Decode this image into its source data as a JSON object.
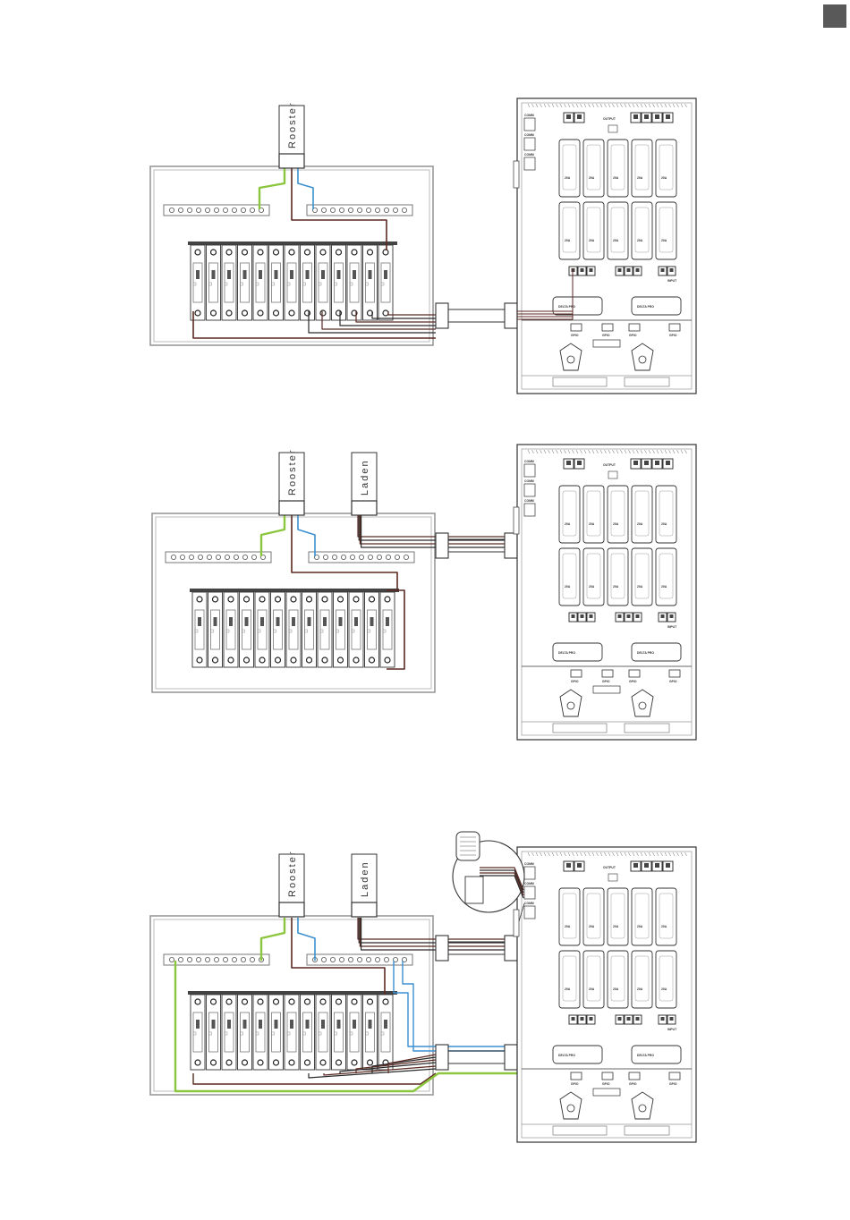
{
  "page": {
    "corner_tab_color": "#595959"
  },
  "labels": {
    "rooster": "Rooster",
    "laden": "Laden"
  },
  "unit": {
    "output_label": "OUTPUT",
    "input_label": "INPUT",
    "breaker_rating": "20A",
    "delta_label": "DELTA PRO",
    "gpio_label": "GPIO",
    "comm_label": "COMM"
  },
  "colors": {
    "wire_brown": "#5b2a22",
    "wire_green": "#8cc63f",
    "wire_blue": "#3b8fd0",
    "wire_dark": "#2a2a2a",
    "panel_border": "#999999"
  },
  "icons": {
    "corner_tab": "page-tab-marker",
    "zoom_detail": "gland-detail-magnifier"
  }
}
